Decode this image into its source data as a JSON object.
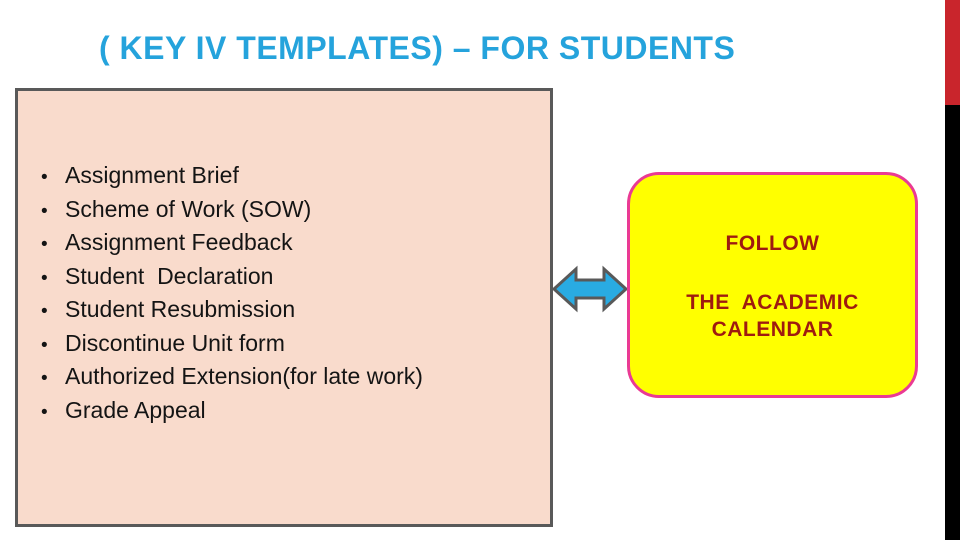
{
  "slide": {
    "title": "( KEY IV TEMPLATES) – FOR STUDENTS",
    "templates_list": {
      "items": [
        "Assignment Brief",
        "Scheme of Work (SOW)",
        "Assignment Feedback",
        "Student  Declaration",
        "Student Resubmission",
        "Discontinue Unit form",
        "Authorized Extension(for late work)",
        "Grade Appeal"
      ]
    },
    "callout": {
      "line1": "FOLLOW",
      "line2": "THE  ACADEMIC",
      "line3": "CALENDAR"
    },
    "icons": {
      "bullet": "•",
      "arrow": "double-headed-arrow"
    },
    "colors": {
      "title_blue": "#25A3DC",
      "list_box_bg": "#F9DBCC",
      "list_box_border": "#595959",
      "list_text": "#141414",
      "arrow_fill": "#29ABE2",
      "arrow_outline": "#595959",
      "callout_bg": "#FFFF00",
      "callout_border": "#EA3A94",
      "callout_text": "#9E1B10",
      "edge_bar_red": "#C9252C",
      "edge_bar_black": "#000000"
    }
  }
}
